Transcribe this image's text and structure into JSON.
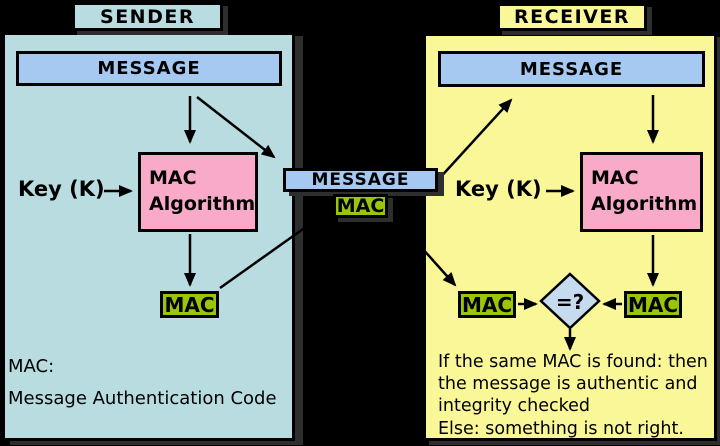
{
  "colors": {
    "background": "#000000",
    "sender_panel": "#b8dce0",
    "receiver_panel": "#faf798",
    "message_box": "#a6c9f2",
    "algorithm_box": "#f9aac9",
    "mac_box": "#9ac60a",
    "comparator_diamond": "#c6dcee",
    "border": "#000000"
  },
  "sender": {
    "label": "SENDER",
    "message_label": "MESSAGE",
    "key_label": "Key (K)",
    "algorithm_label": "MAC\nAlgorithm",
    "mac_label": "MAC",
    "note": "MAC:\nMessage Authentication Code"
  },
  "channel": {
    "message_label": "MESSAGE",
    "mac_label": "MAC"
  },
  "receiver": {
    "label": "RECEIVER",
    "message_label": "MESSAGE",
    "key_label": "Key (K)",
    "algorithm_label": "MAC\nAlgorithm",
    "mac_received_label": "MAC",
    "mac_computed_label": "MAC",
    "comparator_label": "=?",
    "note": "If the same MAC is found: then\nthe message is authentic and\nintegrity checked\nElse: something is not right."
  }
}
